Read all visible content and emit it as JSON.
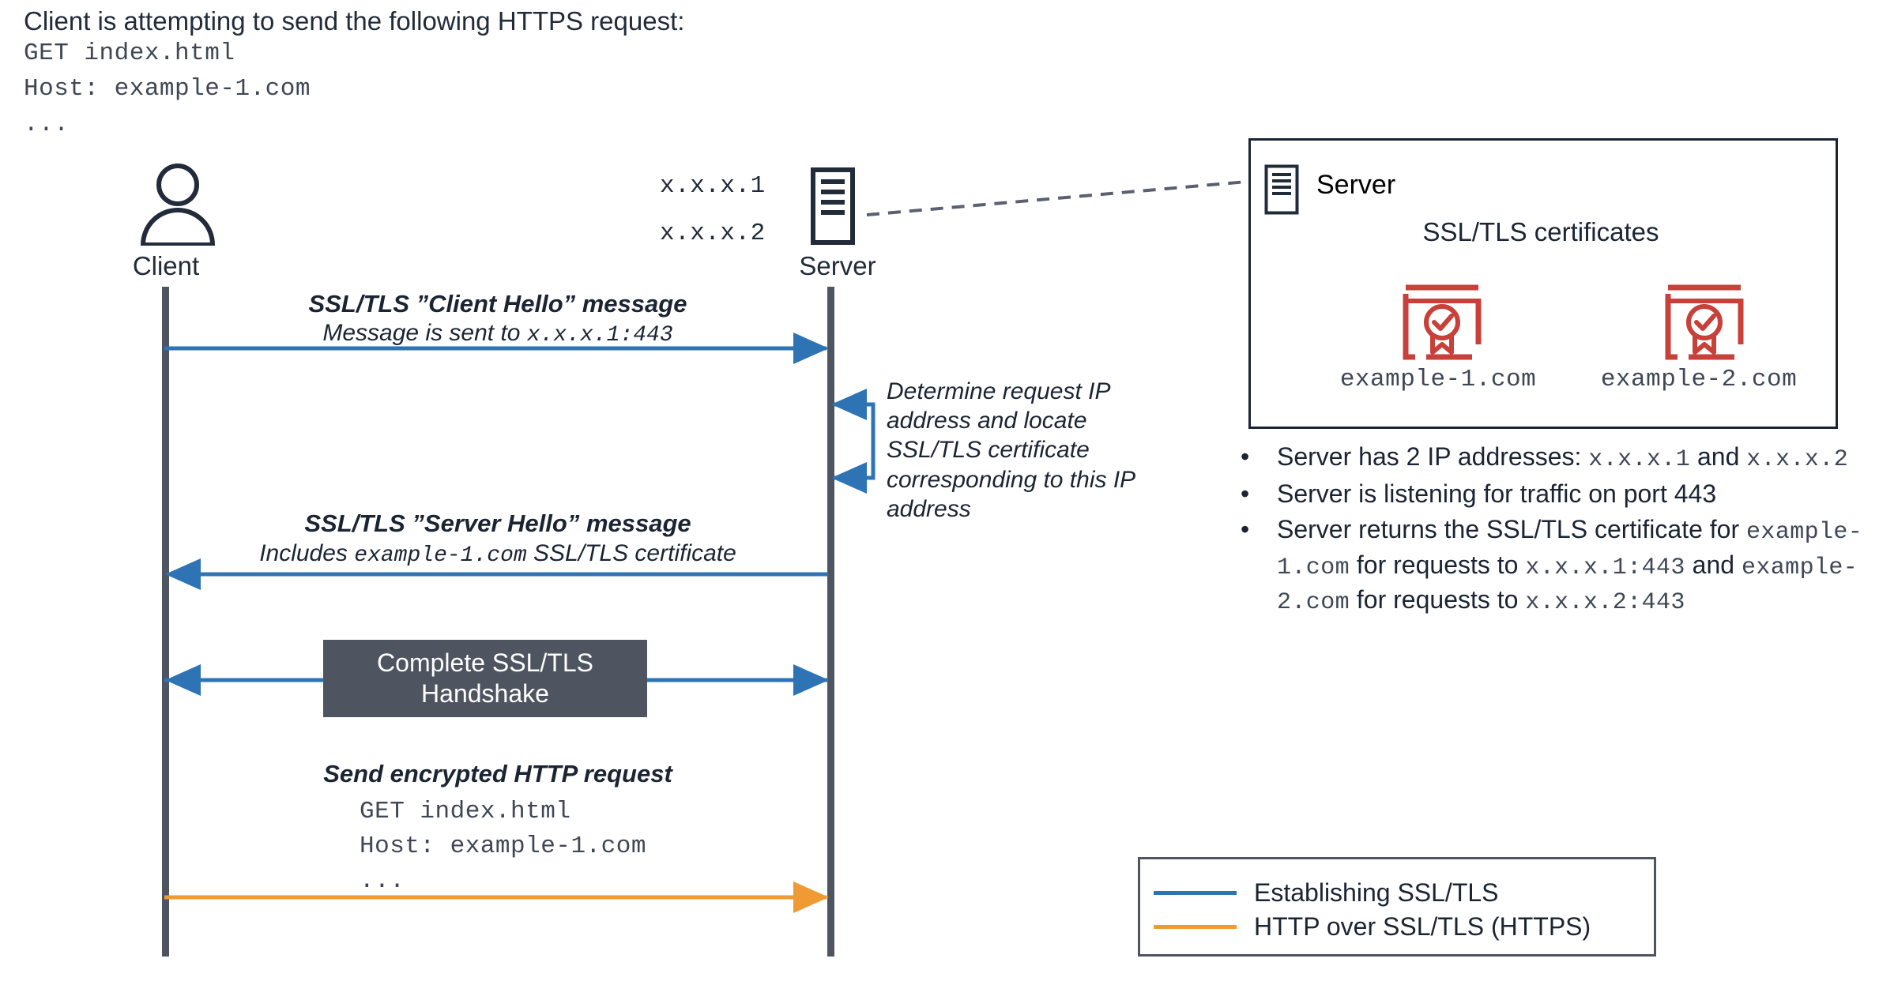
{
  "header": {
    "title": "Client is attempting to send the following HTTPS request:",
    "request_lines": [
      "GET index.html",
      "Host: example-1.com",
      "..."
    ]
  },
  "actors": {
    "client": {
      "label": "Client",
      "icon": "person-icon"
    },
    "server": {
      "label": "Server",
      "icon": "server-icon",
      "ips": [
        "x.x.x.1",
        "x.x.x.2"
      ]
    }
  },
  "messages": [
    {
      "id": "client-hello",
      "title": "SSL/TLS ”Client Hello” message",
      "subtitle_prefix": "Message is sent to ",
      "subtitle_mono": "x.x.x.1:443",
      "direction": "right",
      "color": "#2e74b5"
    },
    {
      "id": "server-hello",
      "title": "SSL/TLS ”Server Hello” message",
      "subtitle_prefix": "Includes ",
      "subtitle_mono": "example-1.com",
      "subtitle_suffix": " SSL/TLS certificate",
      "direction": "left",
      "color": "#2e74b5"
    },
    {
      "id": "handshake",
      "title": "Complete SSL/TLS",
      "title_line2": "Handshake",
      "direction": "both",
      "color": "#2e74b5"
    },
    {
      "id": "encrypted-request",
      "title": "Send encrypted HTTP request",
      "body_lines": [
        "GET index.html",
        "Host: example-1.com",
        "..."
      ],
      "direction": "right",
      "color": "#f09a33"
    }
  ],
  "self_loop_note": "Determine request IP address and locate SSL/TLS certificate corresponding to this IP address",
  "server_panel": {
    "title": "Server",
    "icon": "server-icon",
    "certs_title": "SSL/TLS certificates",
    "certificates": [
      {
        "label": "example-1.com",
        "icon": "certificate-icon"
      },
      {
        "label": "example-2.com",
        "icon": "certificate-icon"
      }
    ]
  },
  "bullets": [
    {
      "marker": "•",
      "parts": [
        {
          "t": "Server has 2 IP addresses: ",
          "mono": false
        },
        {
          "t": "x.x.x.1",
          "mono": true
        },
        {
          "t": " and ",
          "mono": false
        },
        {
          "t": "x.x.x.2",
          "mono": true
        }
      ]
    },
    {
      "marker": "•",
      "parts": [
        {
          "t": "Server is listening for traffic on port 443",
          "mono": false
        }
      ]
    },
    {
      "marker": "•",
      "parts": [
        {
          "t": "Server returns the SSL/TLS certificate for ",
          "mono": false
        },
        {
          "t": "example-1.com",
          "mono": true
        },
        {
          "t": " for requests to ",
          "mono": false
        },
        {
          "t": "x.x.x.1:443",
          "mono": true
        },
        {
          "t": " and ",
          "mono": false
        },
        {
          "t": "example-2.com",
          "mono": true
        },
        {
          "t": " for requests to ",
          "mono": false
        },
        {
          "t": "x.x.x.2:443",
          "mono": true
        }
      ]
    }
  ],
  "legend": {
    "items": [
      {
        "label": "Establishing SSL/TLS",
        "color": "#2e74b5"
      },
      {
        "label": "HTTP over SSL/TLS (HTTPS)",
        "color": "#f09a33"
      }
    ]
  },
  "colors": {
    "blue": "#2e74b5",
    "orange": "#f09a33",
    "slate": "#4e5561",
    "ink": "#1b2433",
    "cert_red": "#c8403a"
  }
}
